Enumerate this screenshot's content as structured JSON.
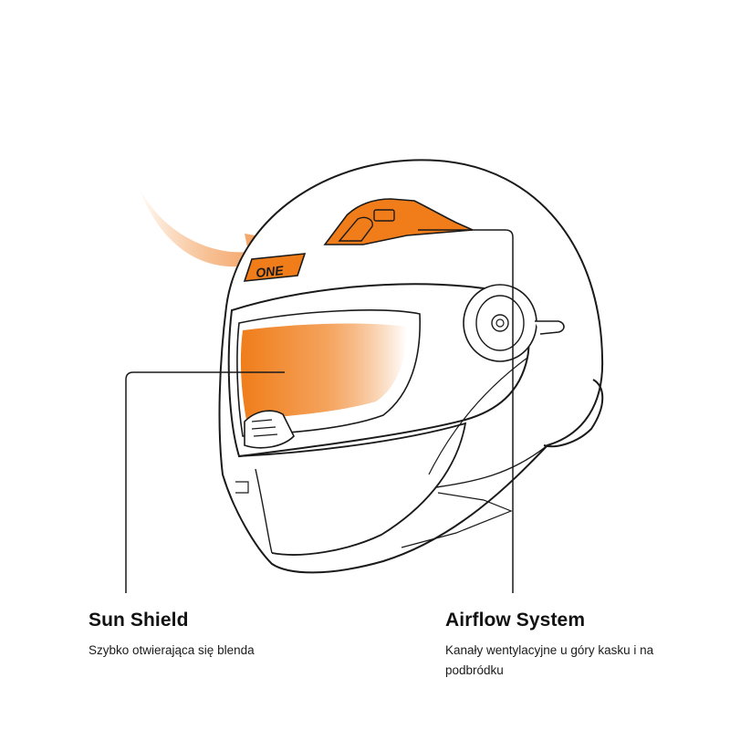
{
  "brand_mark": "ONE",
  "features": {
    "sun_shield": {
      "title": "Sun Shield",
      "description": "Szybko otwierająca się blenda"
    },
    "airflow": {
      "title": "Airflow System",
      "description": "Kanały wentylacyjne u góry kasku i na podbródku"
    }
  },
  "colors": {
    "accent": "#F07D1A",
    "line": "#1a1a1a",
    "background": "#ffffff"
  }
}
